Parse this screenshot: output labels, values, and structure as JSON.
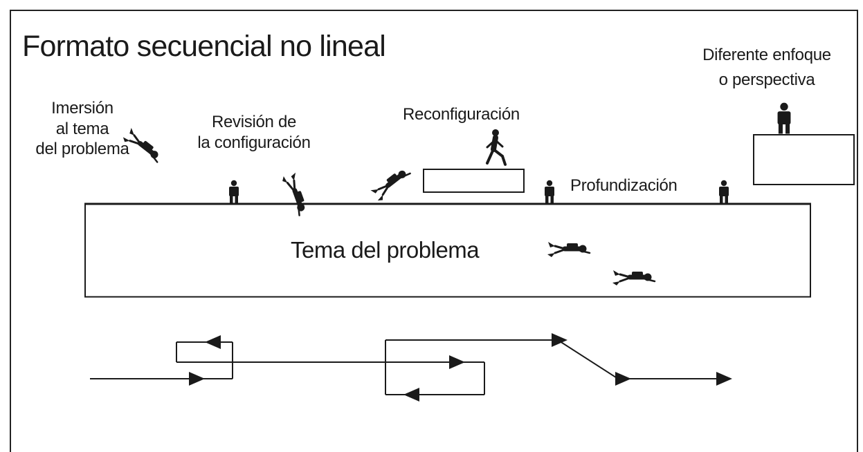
{
  "title": "Formato secuencial no lineal",
  "topic": "Tema del problema",
  "labels": {
    "immersion": "Imersión\nal tema\ndel problema",
    "review": "Revisión de\nla configuración",
    "reconfig": "Reconfiguración",
    "deepening": "Profundización",
    "perspective": "Diferente enfoque\no perspectiva"
  },
  "icons": [
    "diver-icon",
    "standing-person-icon",
    "walking-person-icon"
  ],
  "colors": {
    "ink": "#1a1a1a",
    "background": "#ffffff"
  }
}
